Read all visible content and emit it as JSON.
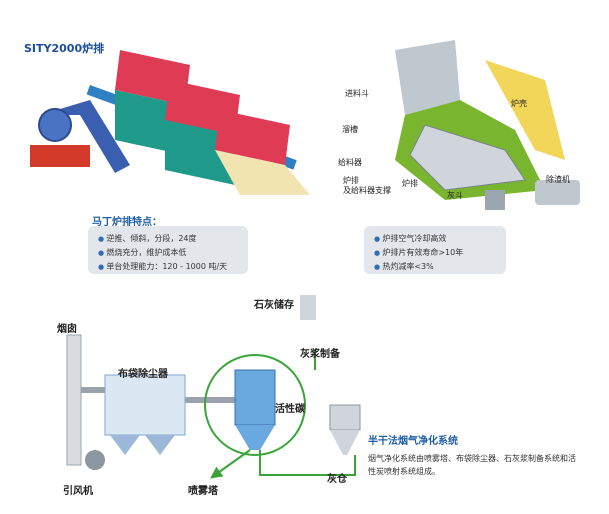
{
  "heading": "SITY2000炉排",
  "martin": {
    "head": "马丁炉排特点：",
    "items": [
      "逆推、倾斜，分段，24度",
      "燃烧充分，维护成本低",
      "单台处理能力：120 - 1000 吨/天"
    ]
  },
  "furnace": {
    "labels": {
      "feed_hopper": "进料斗",
      "chute": "溜槽",
      "feeder": "给料器",
      "grate_support": "炉排\n及给料器支撑",
      "grate": "炉排",
      "ash_hopper": "灰斗",
      "shell": "炉壳",
      "slag_remover": "除渣机"
    },
    "items": [
      "炉排空气冷却高效",
      "炉排片有效寿命>10年",
      "热灼减率<3%"
    ]
  },
  "system": {
    "labels": {
      "chimney": "烟囱",
      "baghouse": "布袋除尘器",
      "induced_fan": "引风机",
      "spray_tower": "喷雾塔",
      "lime_storage": "石灰储存",
      "slurry_prep": "灰浆制备",
      "activated_carbon": "活性碳",
      "ash_silo": "灰仓"
    },
    "head": "半干法烟气净化系统",
    "desc": "烟气净化系统由喷雾塔、布袋除尘器、石灰浆制备系统和活性炭喷射系统组成。"
  }
}
